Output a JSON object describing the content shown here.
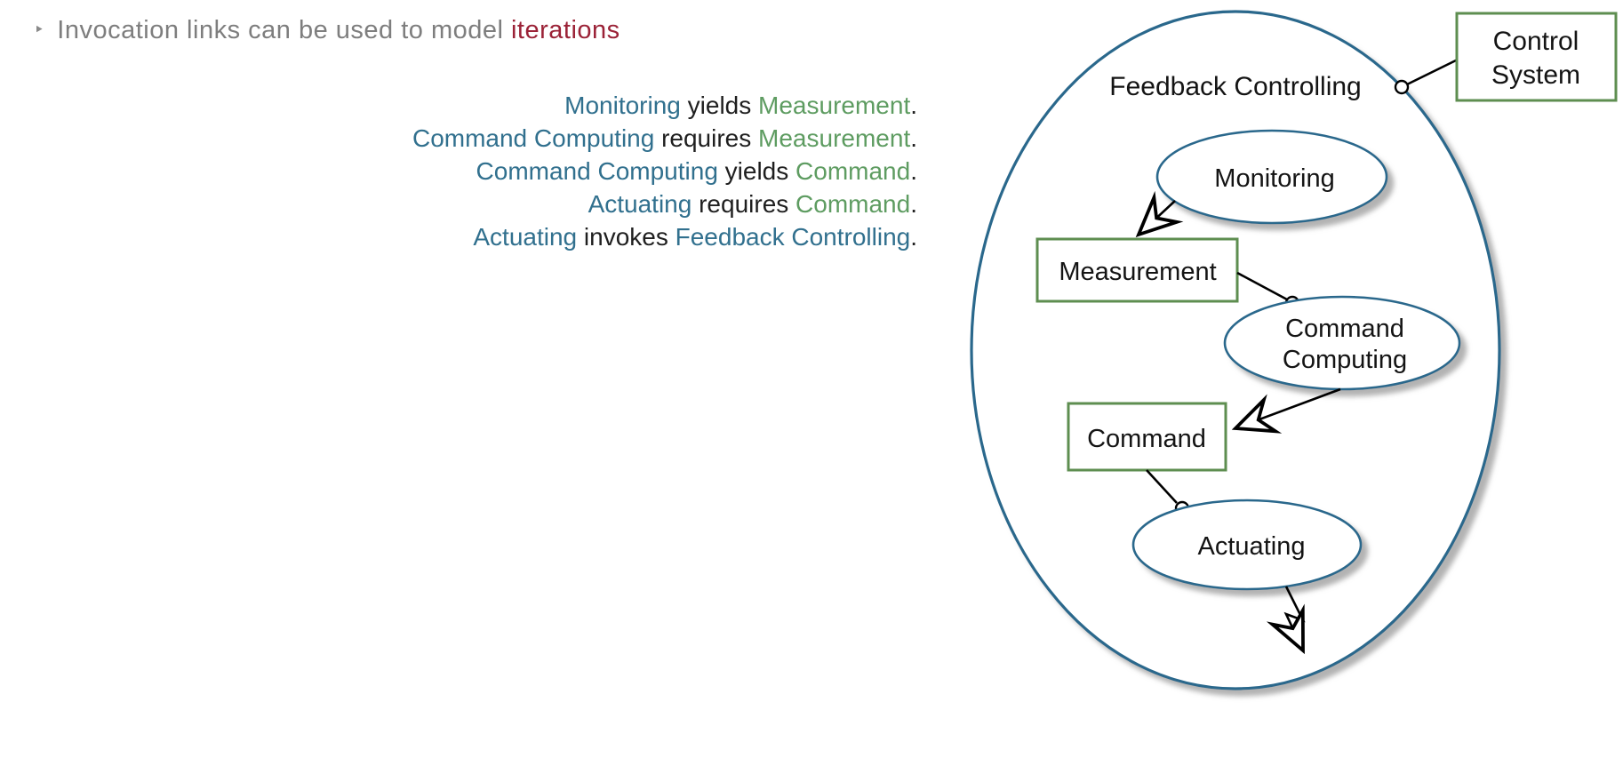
{
  "header": {
    "bullet_icon": "‣",
    "text_prefix": "Invocation links can be used to model ",
    "highlight": "iterations"
  },
  "statements": {
    "period": ".",
    "items": [
      {
        "subject": "Monitoring",
        "verb": " yields ",
        "object": "Measurement"
      },
      {
        "subject": "Command Computing",
        "verb": " requires ",
        "object": "Measurement"
      },
      {
        "subject": "Command Computing",
        "verb": " yields ",
        "object": "Command"
      },
      {
        "subject": "Actuating",
        "verb": " requires ",
        "object": "Command"
      },
      {
        "subject": "Actuating",
        "verb": " invokes ",
        "object": "Feedback Controlling"
      }
    ]
  },
  "diagram": {
    "activity_label": "Feedback Controlling",
    "nodes": {
      "monitoring": "Monitoring",
      "measurement": "Measurement",
      "command_computing_line1": "Command",
      "command_computing_line2": "Computing",
      "command": "Command",
      "actuating": "Actuating",
      "control_system_line1": "Control",
      "control_system_line2": "System"
    },
    "colors": {
      "activity_stroke_blue": "#2b688c",
      "artifact_stroke_green": "#5e8e50",
      "link_black": "#000000",
      "subject_blue": "#31708e",
      "object_green": "#5e9c61",
      "highlight_red": "#9b2237",
      "header_gray": "#7e7e7e",
      "shadow_gray": "#9a9a9a"
    }
  }
}
